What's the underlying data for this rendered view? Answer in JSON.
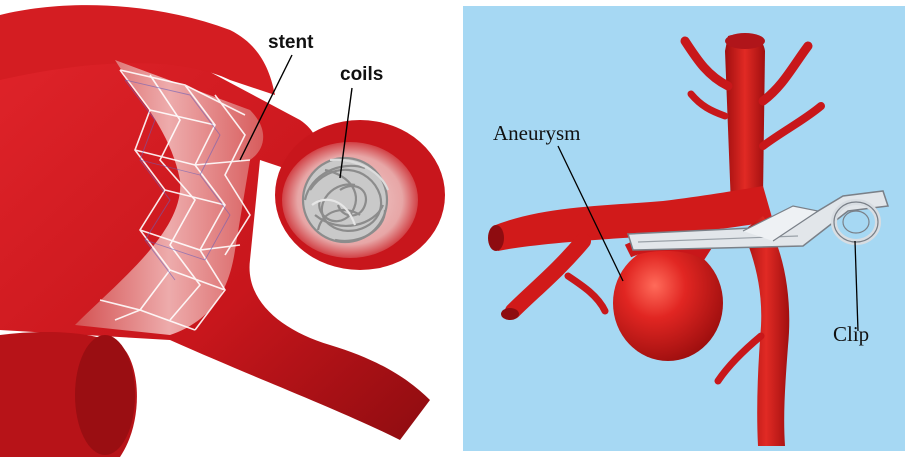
{
  "left_illustration": {
    "labels": {
      "stent": "stent",
      "coils": "coils"
    },
    "colors": {
      "artery": "#c8161c",
      "artery_dark": "#8e0c10",
      "lumen": "#e9a4a4",
      "stent_wire": "#ffffff",
      "coil_metal": "#b8b8b8"
    }
  },
  "right_illustration": {
    "labels": {
      "aneurysm": "Aneurysm",
      "clip": "Clip"
    },
    "colors": {
      "background": "#a6d8f3",
      "artery": "#d11a1a",
      "clip_metal": "#d8dde2"
    }
  }
}
